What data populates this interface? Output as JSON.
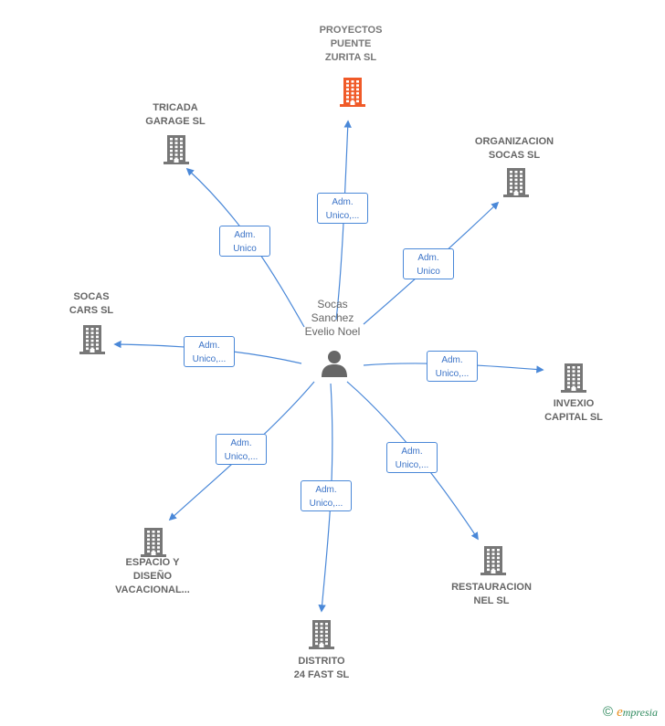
{
  "diagram": {
    "center": {
      "label": "Socas\nSanchez\nEvelio Noel",
      "icon": "person-icon"
    },
    "nodes": [
      {
        "id": "proyectos",
        "label": "PROYECTOS\nPUENTE\nZURITA  SL",
        "highlight": true,
        "edge_label": "Adm.\nUnico,..."
      },
      {
        "id": "tricada",
        "label": "TRICADA\nGARAGE  SL",
        "highlight": false,
        "edge_label": "Adm.\nUnico"
      },
      {
        "id": "organizacion",
        "label": "ORGANIZACION\nSOCAS SL",
        "highlight": false,
        "edge_label": "Adm.\nUnico"
      },
      {
        "id": "socas-cars",
        "label": "SOCAS\nCARS  SL",
        "highlight": false,
        "edge_label": "Adm.\nUnico,..."
      },
      {
        "id": "invexio",
        "label": "INVEXIO\nCAPITAL  SL",
        "highlight": false,
        "edge_label": "Adm.\nUnico,..."
      },
      {
        "id": "espacio",
        "label": "ESPACIO Y\nDISEÑO\nVACACIONAL...",
        "highlight": false,
        "edge_label": "Adm.\nUnico,..."
      },
      {
        "id": "distrito",
        "label": "DISTRITO\n24 FAST  SL",
        "highlight": false,
        "edge_label": "Adm.\nUnico,..."
      },
      {
        "id": "restauracion",
        "label": "RESTAURACION\nNEL  SL",
        "highlight": false,
        "edge_label": "Adm.\nUnico,..."
      }
    ],
    "colors": {
      "edge": "#4a88d8",
      "building": "#777777",
      "highlight": "#f05a28",
      "person": "#666666"
    }
  },
  "watermark": {
    "symbol": "©",
    "brand_initial": "e",
    "brand_rest": "mpresia"
  }
}
